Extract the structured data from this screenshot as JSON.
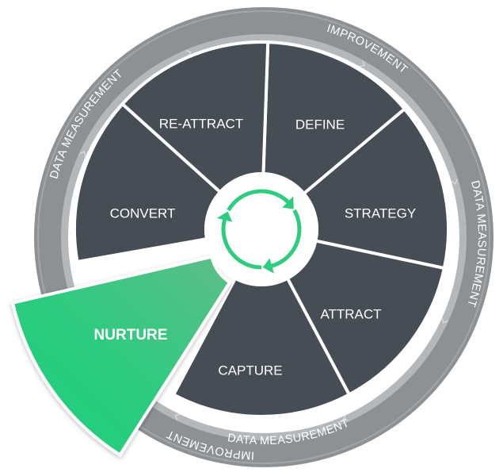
{
  "colors": {
    "outer_ring": "#8d9194",
    "inner_ring": "#b5b8ba",
    "segment": "#474d55",
    "highlight_start": "#5fbd8a",
    "highlight_end": "#22d07d",
    "cycle_arrows": "#2ecc7f",
    "chevrons": "#d9dcde",
    "text": "#ffffff"
  },
  "segments": [
    {
      "id": "define",
      "label": "DEFINE",
      "highlighted": false
    },
    {
      "id": "strategy",
      "label": "STRATEGY",
      "highlighted": false
    },
    {
      "id": "attract",
      "label": "ATTRACT",
      "highlighted": false
    },
    {
      "id": "capture",
      "label": "CAPTURE",
      "highlighted": false
    },
    {
      "id": "nurture",
      "label": "NURTURE",
      "highlighted": true
    },
    {
      "id": "convert",
      "label": "CONVERT",
      "highlighted": false
    },
    {
      "id": "re-attract",
      "label": "RE-ATTRACT",
      "highlighted": false
    }
  ],
  "ring_labels": [
    {
      "id": "improvement-top",
      "text": "IMPROVEMENT"
    },
    {
      "id": "data-measurement-top-right",
      "text": "DATA MEASUREMENT"
    },
    {
      "id": "improvement-right",
      "text": "IMPROVEMENT"
    },
    {
      "id": "data-measurement-bottom",
      "text": "DATA MEASUREMENT"
    },
    {
      "id": "data-measurement-left",
      "text": "DATA MEASUREMENT"
    }
  ],
  "chevron_icon": "chevron-icon",
  "center_icon": "cycle-arrows-icon"
}
